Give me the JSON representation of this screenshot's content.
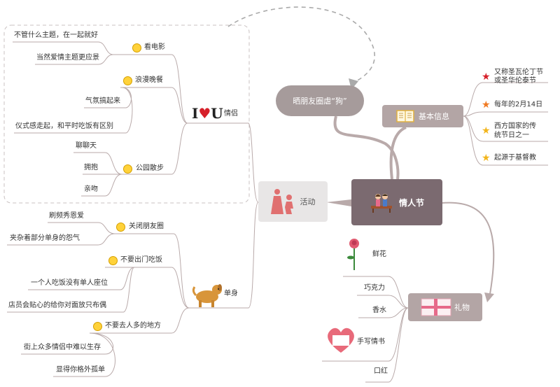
{
  "root": {
    "label": "情人节"
  },
  "bubble": {
    "label": "晒朋友圈虐“狗”"
  },
  "info": {
    "label": "基本信息",
    "items": [
      {
        "text1": "又称圣瓦伦丁节",
        "text2": "或圣华伦泰节",
        "star_color": "#d6202a"
      },
      {
        "text1": "每年的2月14日",
        "star_color": "#f07a22"
      },
      {
        "text1": "西方国家的传",
        "text2": "统节日之一",
        "star_color": "#f2b51c"
      },
      {
        "text1": "起源于基督教",
        "star_color": "#f2b51c"
      }
    ]
  },
  "activity": {
    "label": "活动",
    "couple": {
      "logo_i": "I",
      "logo_u": "U",
      "label": "情侣",
      "groups": [
        {
          "label": "看电影",
          "leaves": [
            "不管什么主题，在一起就好",
            "当然爱情主题更应景"
          ]
        },
        {
          "label": "浪漫晚餐",
          "leaves": [
            "气氛搞起来",
            "仪式感走起，和平时吃饭有区别"
          ]
        },
        {
          "label": "公园散步",
          "leaves": [
            "聊聊天",
            "拥抱",
            "亲吻"
          ]
        }
      ]
    },
    "single": {
      "label": "单身",
      "groups": [
        {
          "label": "关闭朋友圈",
          "leaves": [
            "刷频秀恩爱",
            "夹杂着部分单身的怨气"
          ]
        },
        {
          "label": "不要出门吃饭",
          "leaves": [
            "一个人吃饭没有单人座位",
            "店员会贴心的给你对面放只布偶"
          ]
        },
        {
          "label": "不要去人多的地方",
          "leaves": [
            "街上众多情侣中难以生存",
            "显得你格外孤单"
          ]
        }
      ]
    }
  },
  "gifts": {
    "label": "礼物",
    "items": [
      "鲜花",
      "巧克力",
      "香水",
      "手写情书",
      "口红"
    ]
  },
  "colors": {
    "line": "#b9aaaa",
    "center": "#7b6a70",
    "branch": "#b3a5a5",
    "activity": "#e8e6e6"
  }
}
